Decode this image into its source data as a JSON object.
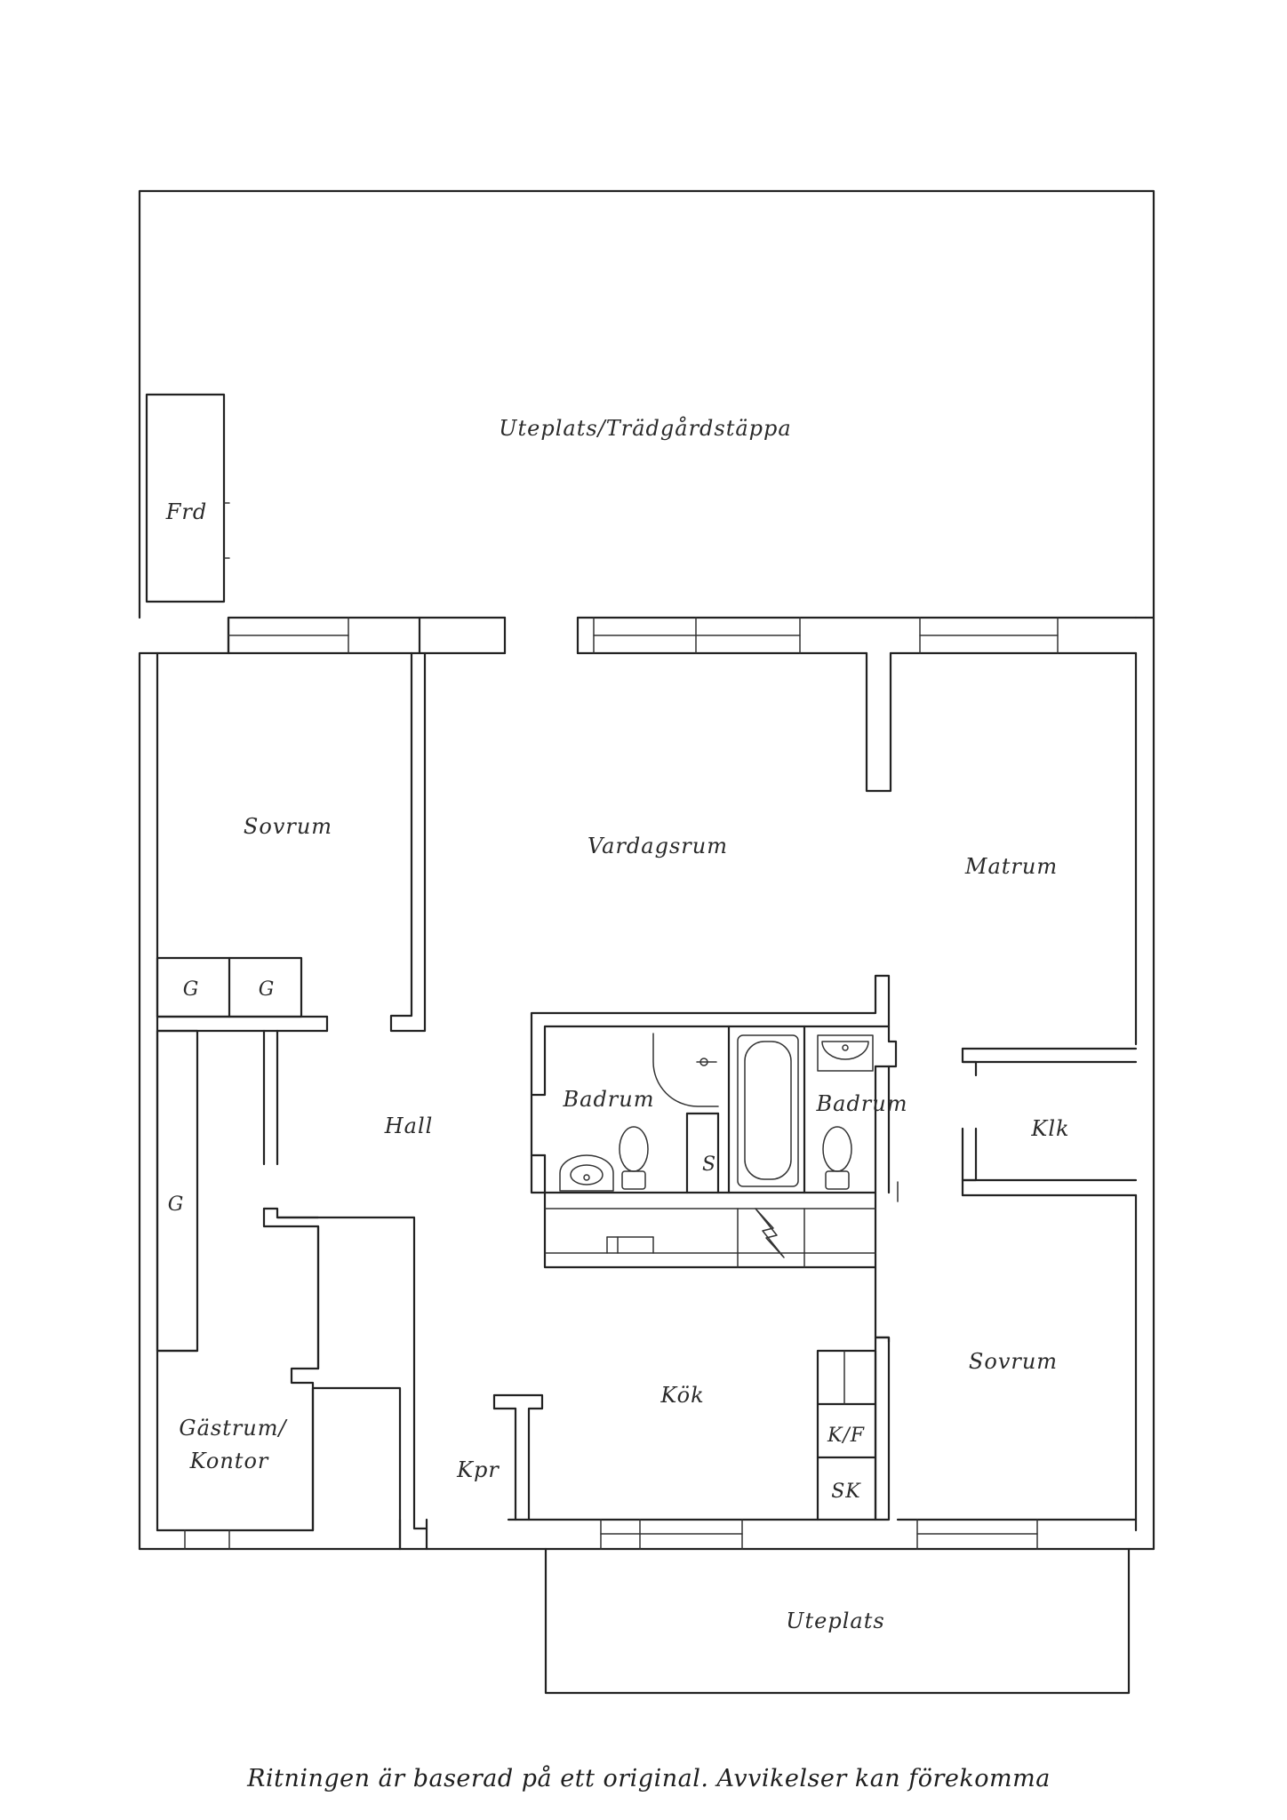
{
  "rooms": {
    "uteplats_tradgard": "Uteplats/Trädgårdstäppa",
    "frd": "Frd",
    "sovrum_1": "Sovrum",
    "vardagsrum": "Vardagsrum",
    "matrum": "Matrum",
    "g1": "G",
    "g2": "G",
    "g3": "G",
    "hall": "Hall",
    "badrum_1": "Badrum",
    "badrum_2": "Badrum",
    "s": "S",
    "klk": "Klk",
    "kok": "Kök",
    "sovrum_2": "Sovrum",
    "kf": "K/F",
    "sk": "SK",
    "gastrum_1": "Gästrum/",
    "gastrum_2": "Kontor",
    "kpr": "Kpr",
    "uteplats": "Uteplats"
  },
  "footer": "Ritningen är baserad på ett original. Avvikelser kan förekomma"
}
